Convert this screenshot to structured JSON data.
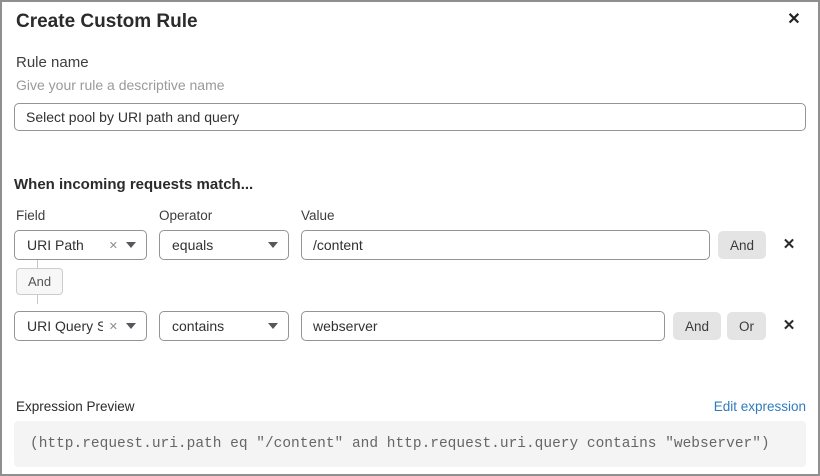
{
  "dialog": {
    "title": "Create Custom Rule"
  },
  "icons": {
    "close": "✕",
    "remove_row": "✕",
    "clear_field": "✕"
  },
  "rule_name": {
    "label": "Rule name",
    "hint": "Give your rule a descriptive name",
    "value": "Select pool by URI path and query"
  },
  "match": {
    "heading": "When incoming requests match...",
    "columns": {
      "field": "Field",
      "operator": "Operator",
      "value": "Value"
    },
    "connector": "And",
    "rows": [
      {
        "field": "URI Path",
        "operator": "equals",
        "value": "/content",
        "buttons": [
          "And"
        ]
      },
      {
        "field": "URI Query St...",
        "operator": "contains",
        "value": "webserver",
        "buttons": [
          "And",
          "Or"
        ]
      }
    ]
  },
  "expression": {
    "label": "Expression Preview",
    "edit_link": "Edit expression",
    "code": "(http.request.uri.path eq \"/content\" and http.request.uri.query contains \"webserver\")"
  },
  "colors": {
    "link_blue": "#2f7bbf",
    "button_gray": "#e4e4e4",
    "border_gray": "#949494",
    "code_bg": "#f4f4f4"
  }
}
